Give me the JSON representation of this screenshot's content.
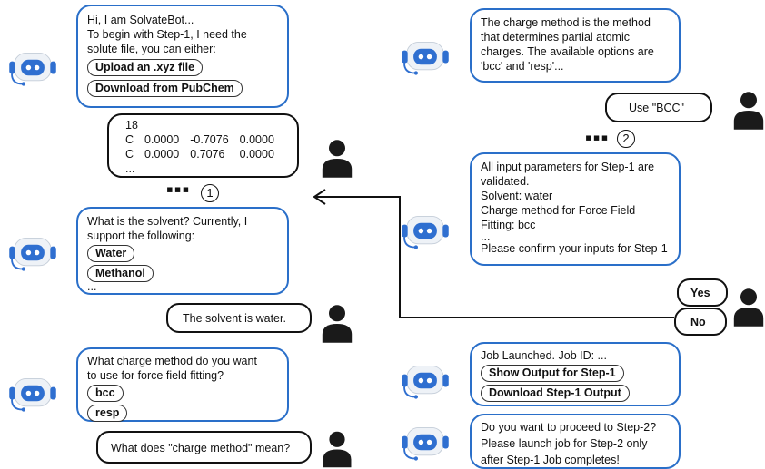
{
  "conversation_left": {
    "bot_greeting": {
      "lines": [
        "Hi, I am SolvateBot...",
        "To begin with Step-1, I need the",
        "solute file, you can either:"
      ],
      "options": [
        "Upload an .xyz file",
        "Download from PubChem"
      ]
    },
    "xyz_upload": {
      "count": "18",
      "rows": [
        [
          "C",
          "0.0000",
          "-0.7076",
          "0.0000"
        ],
        [
          "C",
          "0.0000",
          "0.7076",
          "0.0000"
        ]
      ],
      "ellipsis": "..."
    },
    "step_marker_1": {
      "dots": "▪▪▪",
      "number": "1"
    },
    "bot_solvent": {
      "lines": [
        "What is the solvent? Currently, I",
        "support the following:"
      ],
      "options": [
        "Water",
        "Methanol"
      ],
      "ellipsis": "..."
    },
    "user_solvent": "The solvent is water.",
    "bot_charge": {
      "lines": [
        "What charge method do you want",
        "to use for force field fitting?"
      ],
      "options": [
        "bcc",
        "resp"
      ]
    },
    "user_question": "What does \"charge method\" mean?"
  },
  "conversation_right": {
    "bot_explain": {
      "lines": [
        "The charge method is the method",
        "that determines partial atomic",
        "charges. The available options are",
        "'bcc' and 'resp'..."
      ]
    },
    "user_bcc": "Use \"BCC\"",
    "step_marker_2": {
      "dots": "▪▪▪",
      "number": "2"
    },
    "bot_validated": {
      "lines": [
        "All input parameters for Step-1 are",
        "validated.",
        "Solvent: water",
        "Charge method for Force Field",
        "Fitting: bcc",
        "...",
        "Please confirm your inputs for Step-1"
      ]
    },
    "user_yes": "Yes",
    "user_no": "No",
    "bot_job": {
      "lines": [
        "Job Launched. Job ID: ..."
      ],
      "options": [
        "Show Output for Step-1",
        "Download Step-1 Output"
      ]
    },
    "bot_proceed": {
      "lines": [
        "Do you want to proceed to Step-2?",
        "Please launch job for Step-2 only",
        "after Step-1 Job completes!"
      ]
    }
  },
  "colors": {
    "bot_border": "#2a6fc9",
    "user_border": "#111111",
    "robot_blue": "#2f6fd0",
    "person": "#1a1a1a"
  },
  "icons": {
    "bot": "robot-head-icon",
    "user": "person-icon",
    "flow": "arrow-left-icon"
  }
}
